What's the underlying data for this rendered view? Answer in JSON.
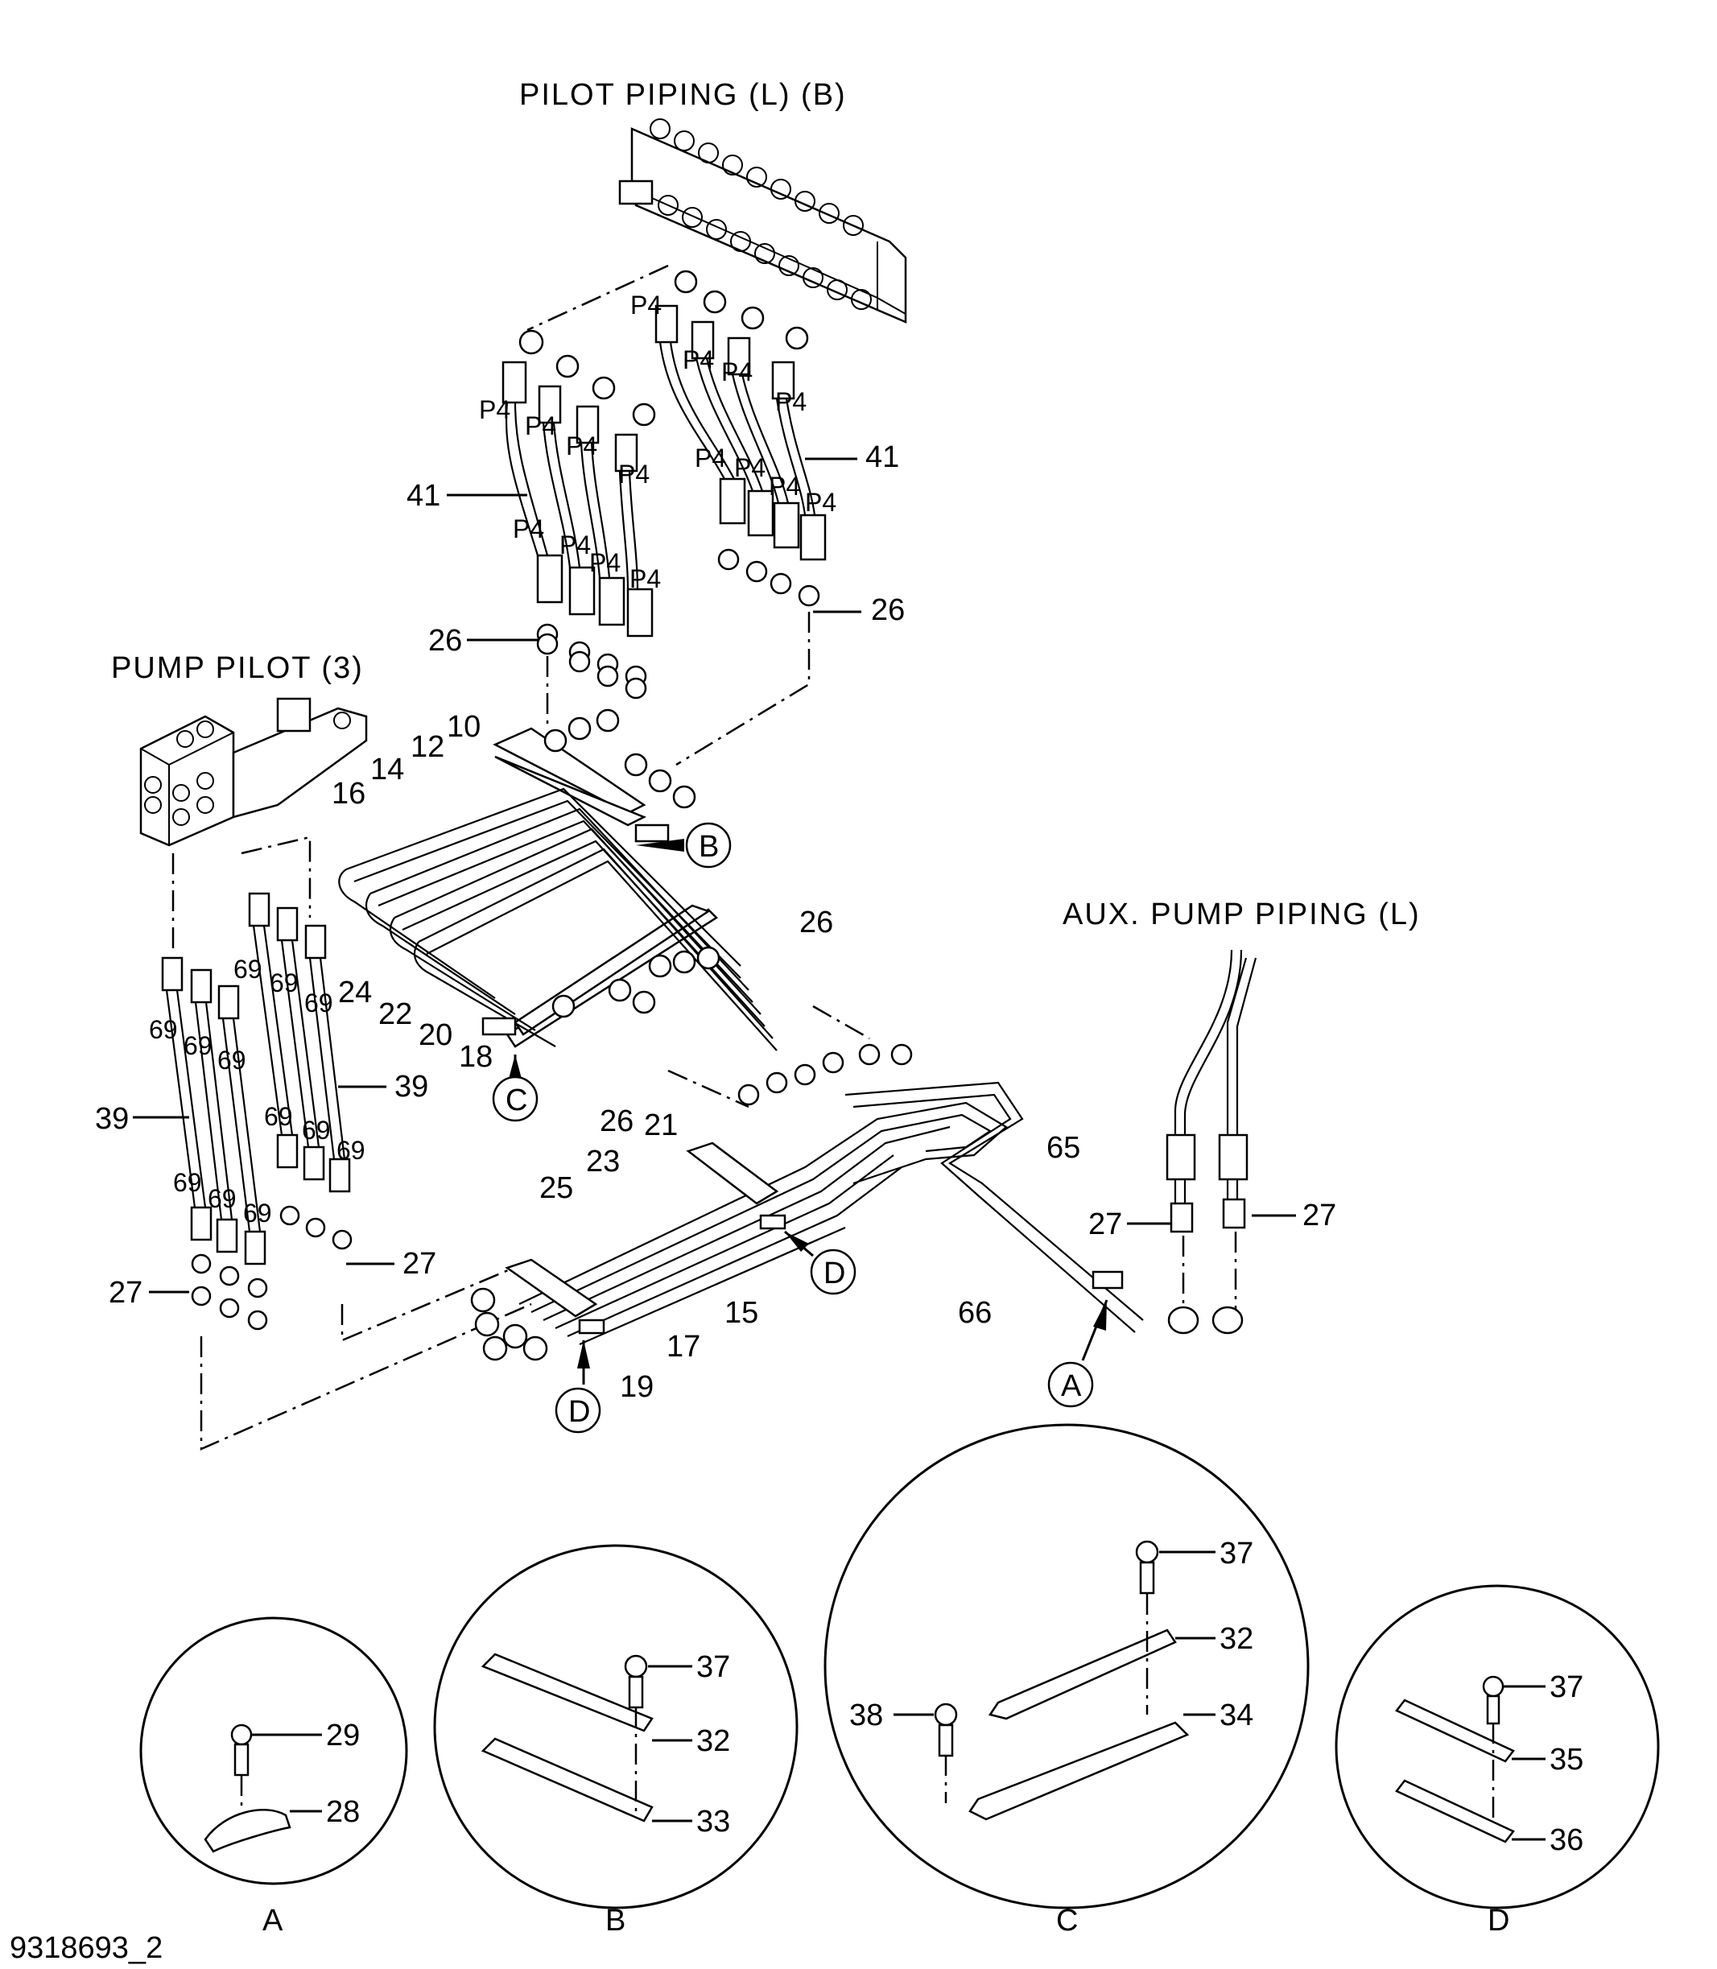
{
  "titles": {
    "pilot_piping": "PILOT  PIPING  (L) (B)",
    "pump_pilot": "PUMP  PILOT (3)",
    "aux_pump_piping": "AUX.  PUMP  PIPING (L)"
  },
  "drawing_number": "9318693_2",
  "callouts": {
    "p4": "P4",
    "n41": "41",
    "n26": "26",
    "n10": "10",
    "n12": "12",
    "n14": "14",
    "n16": "16",
    "n24": "24",
    "n22": "22",
    "n20": "20",
    "n18": "18",
    "n69": "69",
    "n39": "39",
    "n27": "27",
    "n25": "25",
    "n23": "23",
    "n21": "21",
    "n19": "19",
    "n17": "17",
    "n15": "15",
    "n65": "65",
    "n66": "66",
    "n29": "29",
    "n28": "28",
    "n37": "37",
    "n32": "32",
    "n33": "33",
    "n38": "38",
    "n34": "34",
    "n35": "35",
    "n36": "36"
  },
  "detail_markers": {
    "a": "A",
    "b": "B",
    "c": "C",
    "d": "D"
  }
}
